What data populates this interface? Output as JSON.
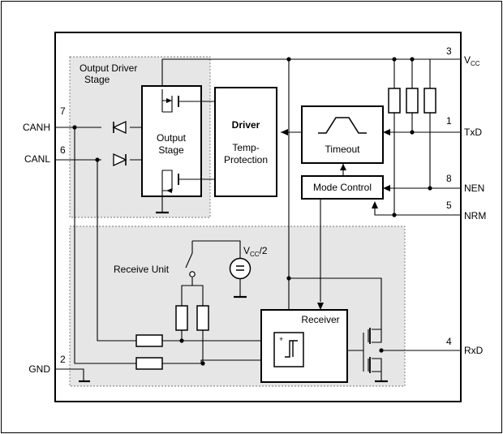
{
  "regions": {
    "output_driver_stage": [
      "Output Driver",
      "Stage"
    ],
    "receive_unit": "Receive Unit"
  },
  "blocks": {
    "output_stage": [
      "Output",
      "Stage"
    ],
    "driver": "Driver",
    "temp_protection": [
      "Temp-",
      "Protection"
    ],
    "timeout": "Timeout",
    "mode_control": "Mode Control",
    "receiver": "Receiver"
  },
  "pins": [
    {
      "number": "3",
      "label": "V",
      "sub": "CC"
    },
    {
      "number": "1",
      "label": "TxD"
    },
    {
      "number": "8",
      "label": "NEN"
    },
    {
      "number": "5",
      "label": "NRM"
    },
    {
      "number": "4",
      "label": "RxD"
    },
    {
      "number": "7",
      "label": "CANH"
    },
    {
      "number": "6",
      "label": "CANL"
    },
    {
      "number": "2",
      "label": "GND"
    }
  ],
  "vcc_half": {
    "label": "V",
    "sub": "CC",
    "suffix": "/2"
  },
  "comparator_sign": "+"
}
